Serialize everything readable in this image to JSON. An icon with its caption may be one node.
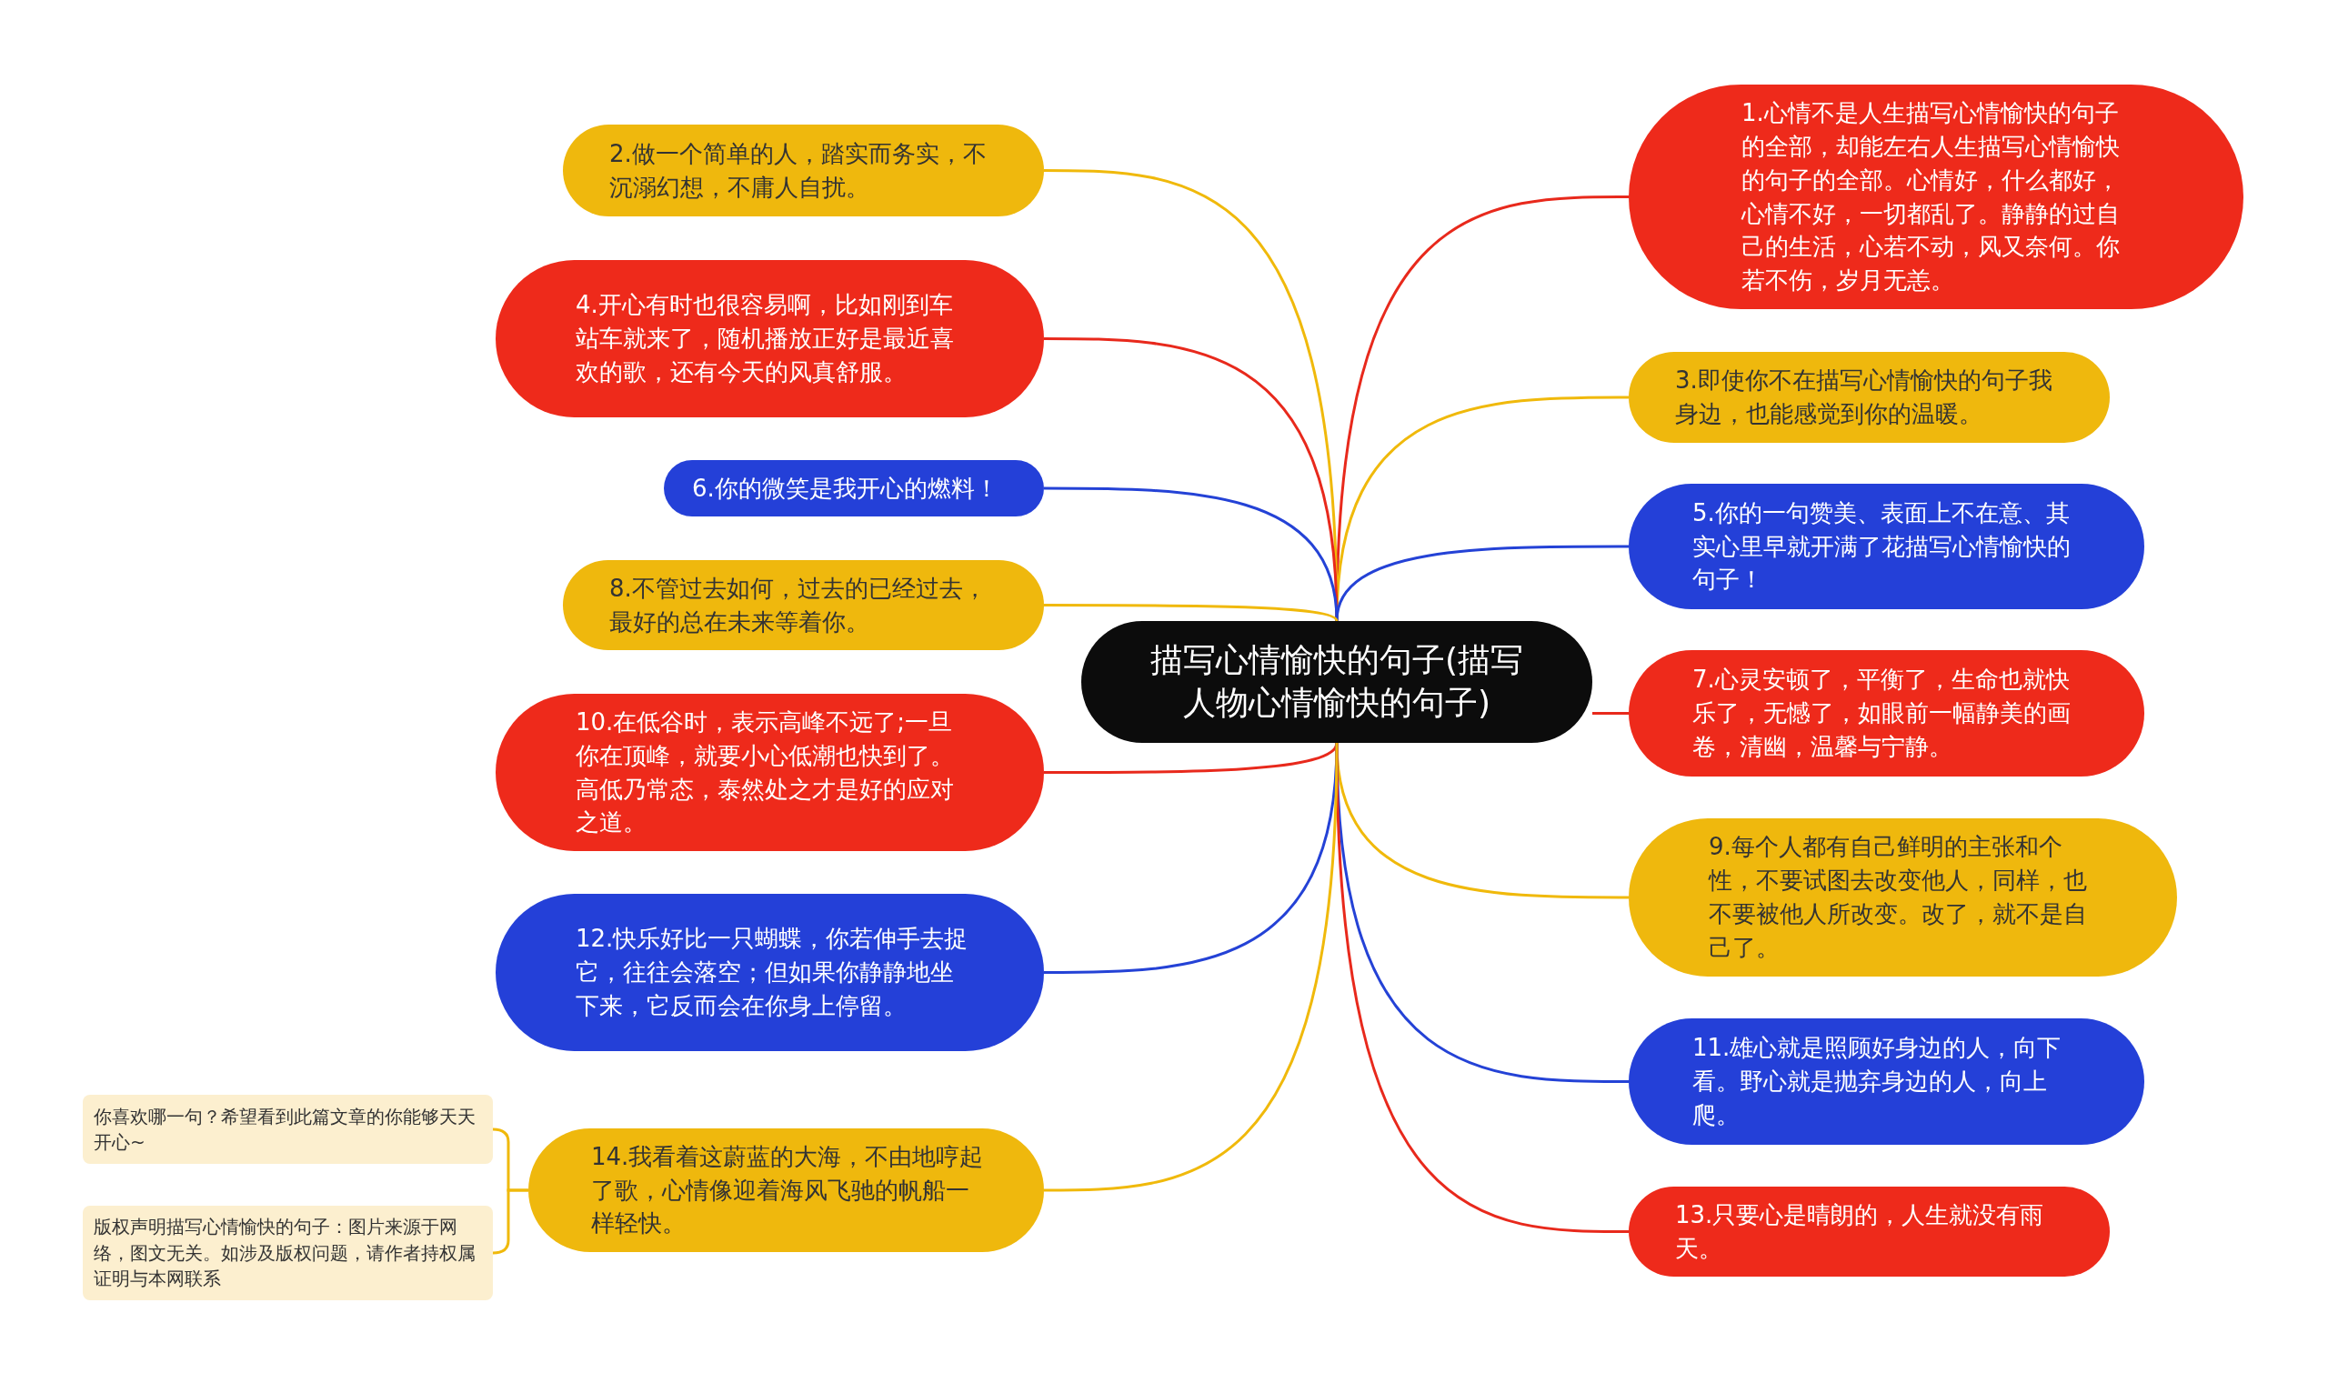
{
  "diagram": {
    "nodes": [
      {
        "text": [
          "描写心情愉快的句子(描写人物心情愉快的句子)"
        ]
      },
      {
        "text": [
          "1.心情不是人生描写心情愉快的句子的全部，却能左右人生描写心情愉快的句子的全部。心情好，什么都好，心情不好，一切都乱了。静静的过自己的生活，心若不动，风又奈何。你若不伤，岁月无恙。"
        ]
      },
      {
        "text": [
          "2.做一个简单的人，踏实而务实，不沉溺幻想，不庸人自扰。"
        ]
      },
      {
        "text": [
          "3.即使你不在描写心情愉快的句子我身边，也能感觉到你的温暖。"
        ]
      },
      {
        "text": [
          "4.开心有时也很容易啊，比如刚到车站车就来了，随机播放正好是最近喜欢的歌，还有今天的风真舒服。"
        ]
      },
      {
        "text": [
          "5.你的一句赞美、表面上不在意、其实心里早就开满了花描写心情愉快的句子！"
        ]
      },
      {
        "text": [
          "6.你的微笑是我开心的燃料！"
        ]
      },
      {
        "text": [
          "7.心灵安顿了，平衡了，生命也就快乐了，无憾了，如眼前一幅静美的画卷，清幽，温馨与宁静。"
        ]
      },
      {
        "text": [
          "8.不管过去如何，过去的已经过去，最好的总在未来等着你。"
        ]
      },
      {
        "text": [
          "9.每个人都有自己鲜明的主张和个性，不要试图去改变他人，同样，也不要被他人所改变。改了，就不是自己了。"
        ]
      },
      {
        "text": [
          "10.在低谷时，表示高峰不远了;一旦你在顶峰，就要小心低潮也快到了。高低乃常态，泰然处之才是好的应对之道。"
        ]
      },
      {
        "text": [
          "11.雄心就是照顾好身边的人，向下看。野心就是抛弃身边的人，向上爬。"
        ]
      },
      {
        "text": [
          "12.快乐好比一只蝴蝶，你若伸手去捉它，往往会落空；但如果你静静地坐下来，它反而会在你身上停留。"
        ]
      },
      {
        "text": [
          "13.只要心是晴朗的，人生就没有雨天。"
        ]
      },
      {
        "text": [
          "14.我看着这蔚蓝的大海，不由地哼起了歌，心情像迎着海风飞驰的帆船一样轻快。"
        ]
      },
      {
        "text": [
          "你喜欢哪一句？希望看到此篇文章的你能够天天开心~"
        ]
      },
      {
        "text": [
          "版权声明描写心情愉快的句子：图片来源于网络，图文无关。如涉及版权问题，请作者持权属证明与本网联系"
        ]
      }
    ],
    "edges": [
      {
        "from": 0,
        "to": 1,
        "arrow": "none",
        "color": "#e8291c"
      },
      {
        "from": 0,
        "to": 2,
        "arrow": "none",
        "color": "#f0b90b"
      },
      {
        "from": 0,
        "to": 3,
        "arrow": "none",
        "color": "#f0b90b"
      },
      {
        "from": 0,
        "to": 4,
        "arrow": "none",
        "color": "#e8291c"
      },
      {
        "from": 0,
        "to": 5,
        "arrow": "none",
        "color": "#2442d6"
      },
      {
        "from": 0,
        "to": 6,
        "arrow": "none",
        "color": "#2442d6"
      },
      {
        "from": 0,
        "to": 7,
        "arrow": "none",
        "color": "#e8291c"
      },
      {
        "from": 0,
        "to": 8,
        "arrow": "none",
        "color": "#f0b90b"
      },
      {
        "from": 0,
        "to": 9,
        "arrow": "none",
        "color": "#f0b90b"
      },
      {
        "from": 0,
        "to": 10,
        "arrow": "none",
        "color": "#e8291c"
      },
      {
        "from": 0,
        "to": 11,
        "arrow": "none",
        "color": "#2442d6"
      },
      {
        "from": 0,
        "to": 12,
        "arrow": "none",
        "color": "#2442d6"
      },
      {
        "from": 0,
        "to": 13,
        "arrow": "none",
        "color": "#e8291c"
      },
      {
        "from": 0,
        "to": 14,
        "arrow": "none",
        "color": "#f0b90b"
      },
      {
        "from": 14,
        "to": 15,
        "arrow": "none",
        "color": "#f0b90b"
      },
      {
        "from": 14,
        "to": 16,
        "arrow": "none",
        "color": "#f0b90b"
      }
    ]
  }
}
